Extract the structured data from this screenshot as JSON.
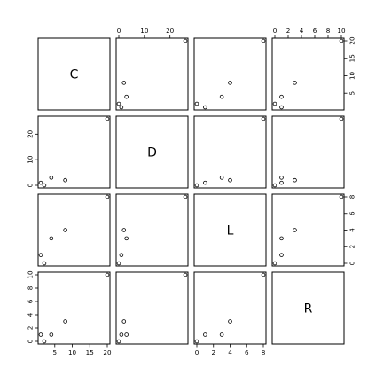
{
  "chart_data": {
    "type": "scatter",
    "variables": [
      "C",
      "D",
      "L",
      "R"
    ],
    "data": {
      "C": [
        20,
        2,
        8,
        4,
        1
      ],
      "D": [
        26,
        0,
        2,
        3,
        1
      ],
      "L": [
        8,
        0,
        4,
        3,
        1
      ],
      "R": [
        10,
        0,
        3,
        1,
        1
      ]
    },
    "axis_ticks": {
      "C": [
        "5",
        "10",
        "15",
        "20"
      ],
      "D": [
        "0",
        "10",
        "20"
      ],
      "L": [
        "0",
        "2",
        "4",
        "6",
        "8"
      ],
      "R": [
        "0",
        "2",
        "4",
        "6",
        "8",
        "10"
      ]
    },
    "axis_ticks_numeric": {
      "C": [
        5,
        10,
        15,
        20
      ],
      "D": [
        0,
        10,
        20
      ],
      "L": [
        0,
        2,
        4,
        6,
        8
      ],
      "R": [
        0,
        2,
        4,
        6,
        8,
        10
      ]
    },
    "axis_range": {
      "C": [
        1,
        20
      ],
      "D": [
        0,
        26
      ],
      "L": [
        0,
        8
      ],
      "R": [
        0,
        10
      ]
    },
    "grid": false,
    "legend": "none"
  },
  "colors": {
    "background": "#ffffff",
    "frame": "#000000",
    "points": "#000000"
  }
}
